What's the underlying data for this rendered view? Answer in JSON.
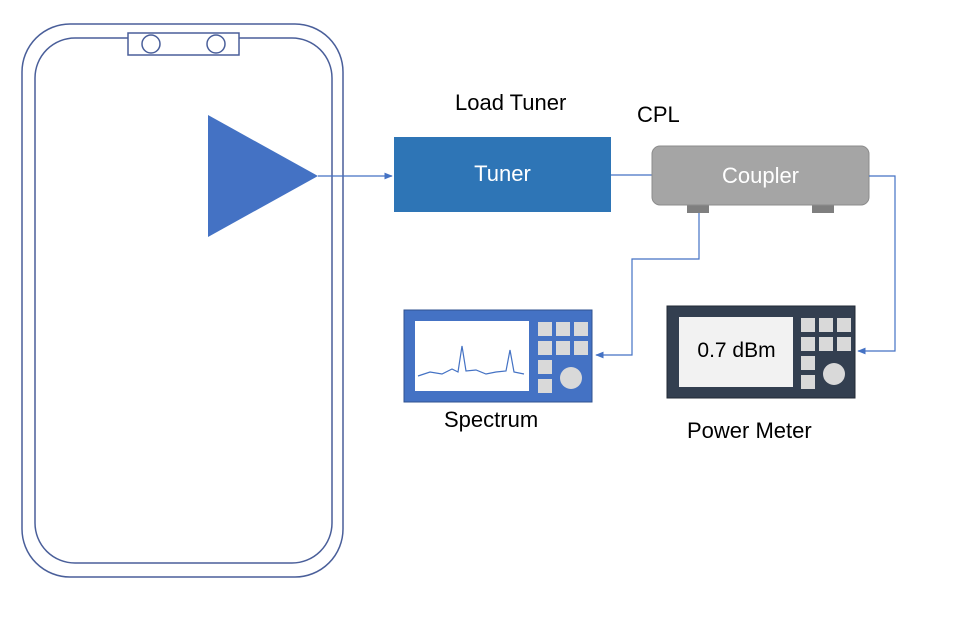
{
  "labels": {
    "load_tuner": "Load Tuner",
    "cpl": "CPL",
    "tuner": "Tuner",
    "coupler": "Coupler",
    "spectrum": "Spectrum",
    "power_meter": "Power Meter",
    "power_reading": "0.7 dBm"
  },
  "colors": {
    "phone_outline": "#4a5f9a",
    "amplifier": "#4472c4",
    "tuner": "#2e75b6",
    "coupler": "#a5a5a5",
    "spectrum_body": "#4472c4",
    "power_meter_body": "#333f50",
    "wire": "#4472c4"
  }
}
